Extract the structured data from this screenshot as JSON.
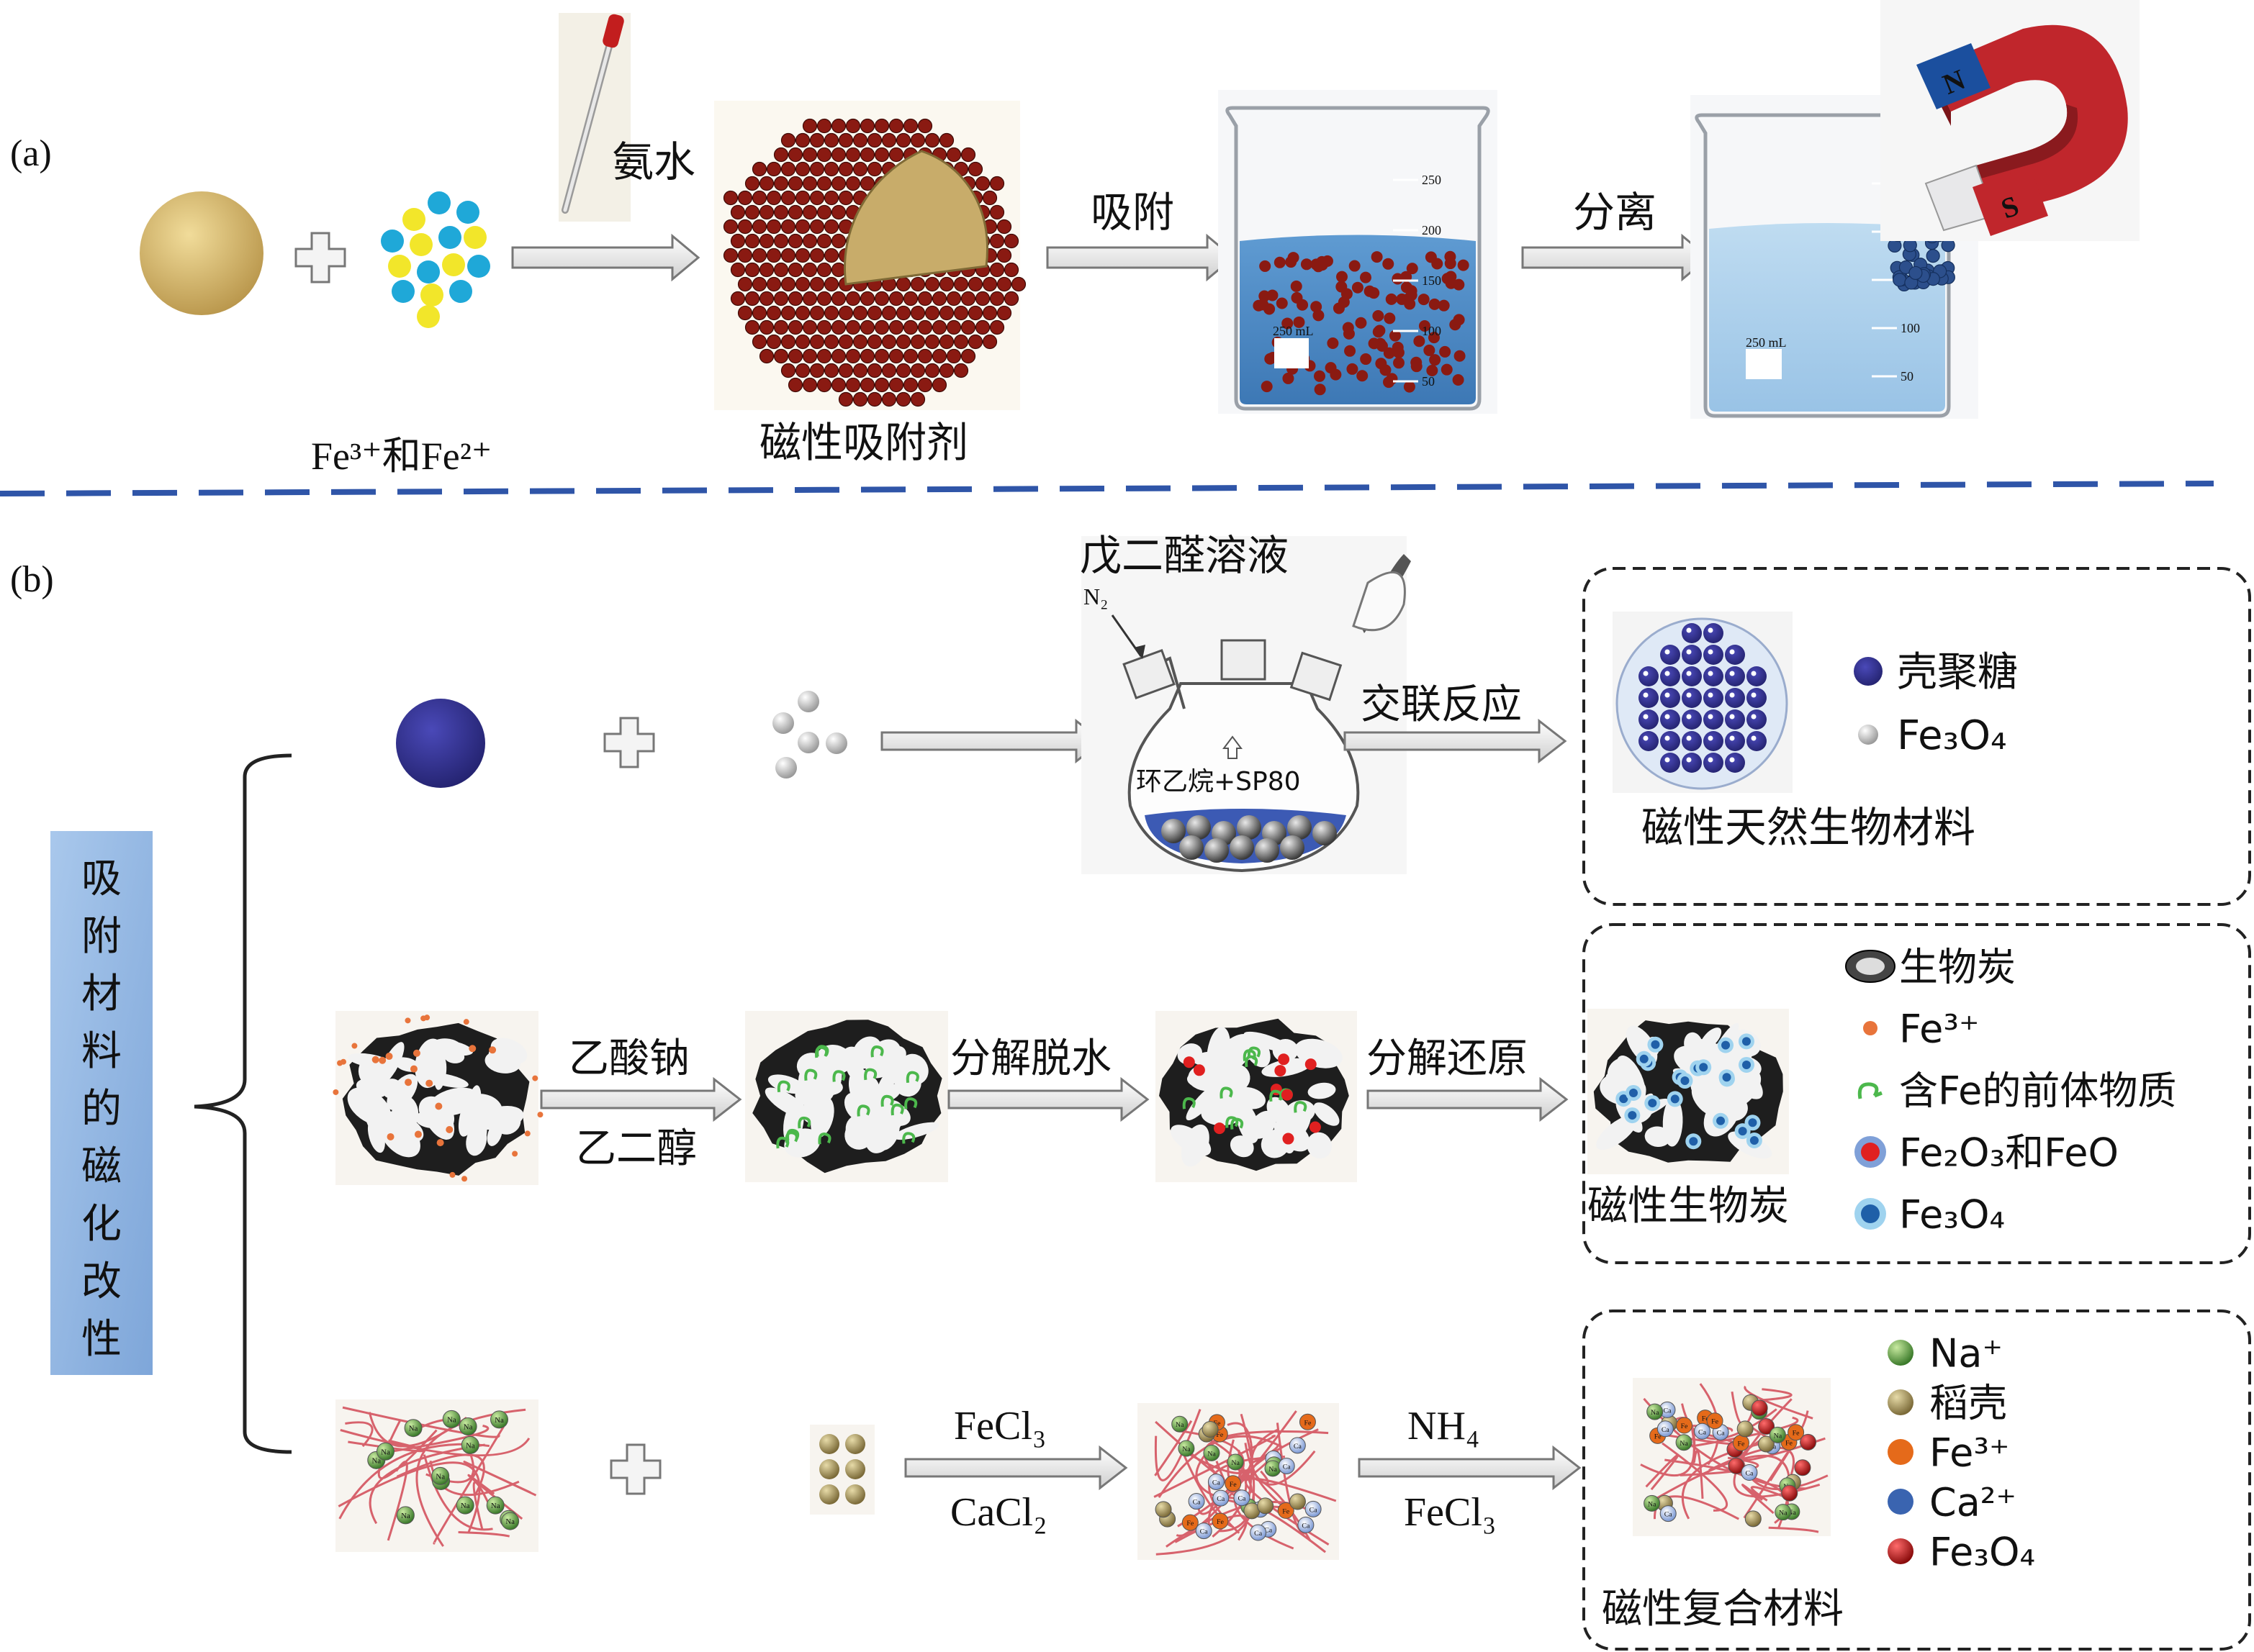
{
  "panel_a": {
    "label": "(a)",
    "ions_label": "Fe³⁺和Fe²⁺",
    "reagent_label": "氨水",
    "sorbent_label": "磁性吸附剂",
    "adsorb_label": "吸附",
    "separate_label": "分离",
    "beaker_volume": "250 mL",
    "beaker_ticks": [
      "250",
      "200",
      "150",
      "100",
      "50"
    ],
    "magnet_n": "N",
    "magnet_s": "S",
    "colors": {
      "core": "#d8b86a",
      "fe3_ion": "#f2e62a",
      "fe2_ion": "#1fa8d8",
      "particle": "#8a1a12",
      "water": "#4f8fc9",
      "water_light": "#a9cde9"
    }
  },
  "panel_b": {
    "label": "(b)",
    "side_label": "吸附材料的磁化改性",
    "row1": {
      "reagent_label": "戊二醛溶液",
      "gas_label": "N₂",
      "solvent_label": "环乙烷+SP80",
      "reaction_label": "交联反应",
      "product_label": "磁性天然生物材料",
      "legend": [
        {
          "label": "壳聚糖",
          "color": "#2e2d8c"
        },
        {
          "label": "Fe₃O₄",
          "color": "#bbbbbb"
        }
      ]
    },
    "row2": {
      "step1_top": "乙酸钠",
      "step1_bottom": "乙二醇",
      "step2": "分解脱水",
      "step3": "分解还原",
      "product_label": "磁性生物炭",
      "legend": [
        {
          "label": "生物炭",
          "color": "#222222"
        },
        {
          "label": "Fe³⁺",
          "color": "#e8743b"
        },
        {
          "label": "含Fe的前体物质",
          "color": "#4cb84c"
        },
        {
          "label": "Fe₂O₃和FeO",
          "color": "#e02020"
        },
        {
          "label": "Fe₃O₄",
          "color": "#1f5fa8"
        }
      ]
    },
    "row3": {
      "na_marker": "Na",
      "fe_marker": "Fe",
      "ca_marker": "Ca",
      "step1_top": "FeCl₃",
      "step1_bottom": "CaCl₂",
      "step2_top": "NH₄",
      "step2_bottom": "FeCl₃",
      "product_label": "磁性复合材料",
      "legend": [
        {
          "label": "Na⁺",
          "color": "#3f8a3f"
        },
        {
          "label": "稻壳",
          "color": "#b7a56a"
        },
        {
          "label": "Fe³⁺",
          "color": "#e56a1a"
        },
        {
          "label": "Ca²⁺",
          "color": "#3a64b0"
        },
        {
          "label": "Fe₃O₄",
          "color": "#c01818"
        }
      ]
    }
  }
}
